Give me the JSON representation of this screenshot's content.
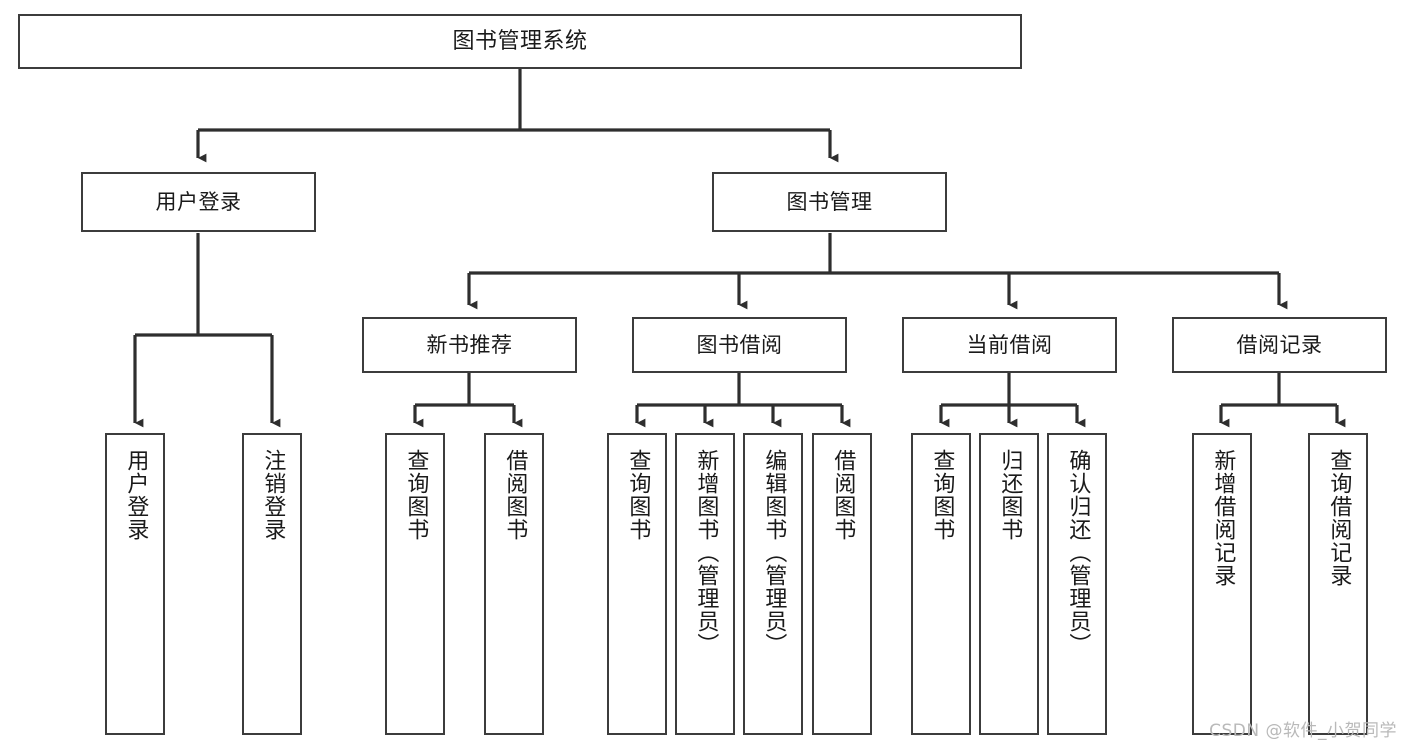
{
  "diagram": {
    "title": "图书管理系统",
    "watermark": "CSDN @软件_小贺同学",
    "type": "tree-hierarchy-diagram",
    "colors": {
      "background": "#ffffff",
      "node_border": "#3c3c3c",
      "node_fill": "#ffffff",
      "edge": "#2e2e2e",
      "text": "#1a1a1a",
      "watermark": "#b9b9b9"
    },
    "nodes": {
      "root": {
        "label": "图书管理系统"
      },
      "tier1": [
        {
          "label": "用户登录"
        },
        {
          "label": "图书管理"
        }
      ],
      "tier2": [
        {
          "label": "新书推荐"
        },
        {
          "label": "图书借阅"
        },
        {
          "label": "当前借阅"
        },
        {
          "label": "借阅记录"
        }
      ],
      "leaves": {
        "user_login": [
          {
            "label": "用户登录"
          },
          {
            "label": "注销登录"
          }
        ],
        "new_book_recommend": [
          {
            "label": "查询图书"
          },
          {
            "label": "借阅图书"
          }
        ],
        "book_borrow": [
          {
            "label": "查询图书"
          },
          {
            "label": "新增图书（管理员）"
          },
          {
            "label": "编辑图书（管理员）"
          },
          {
            "label": "借阅图书"
          }
        ],
        "current_borrow": [
          {
            "label": "查询图书"
          },
          {
            "label": "归还图书"
          },
          {
            "label": "确认归还（管理员）"
          }
        ],
        "borrow_record": [
          {
            "label": "新增借阅记录"
          },
          {
            "label": "查询借阅记录"
          }
        ]
      }
    }
  }
}
